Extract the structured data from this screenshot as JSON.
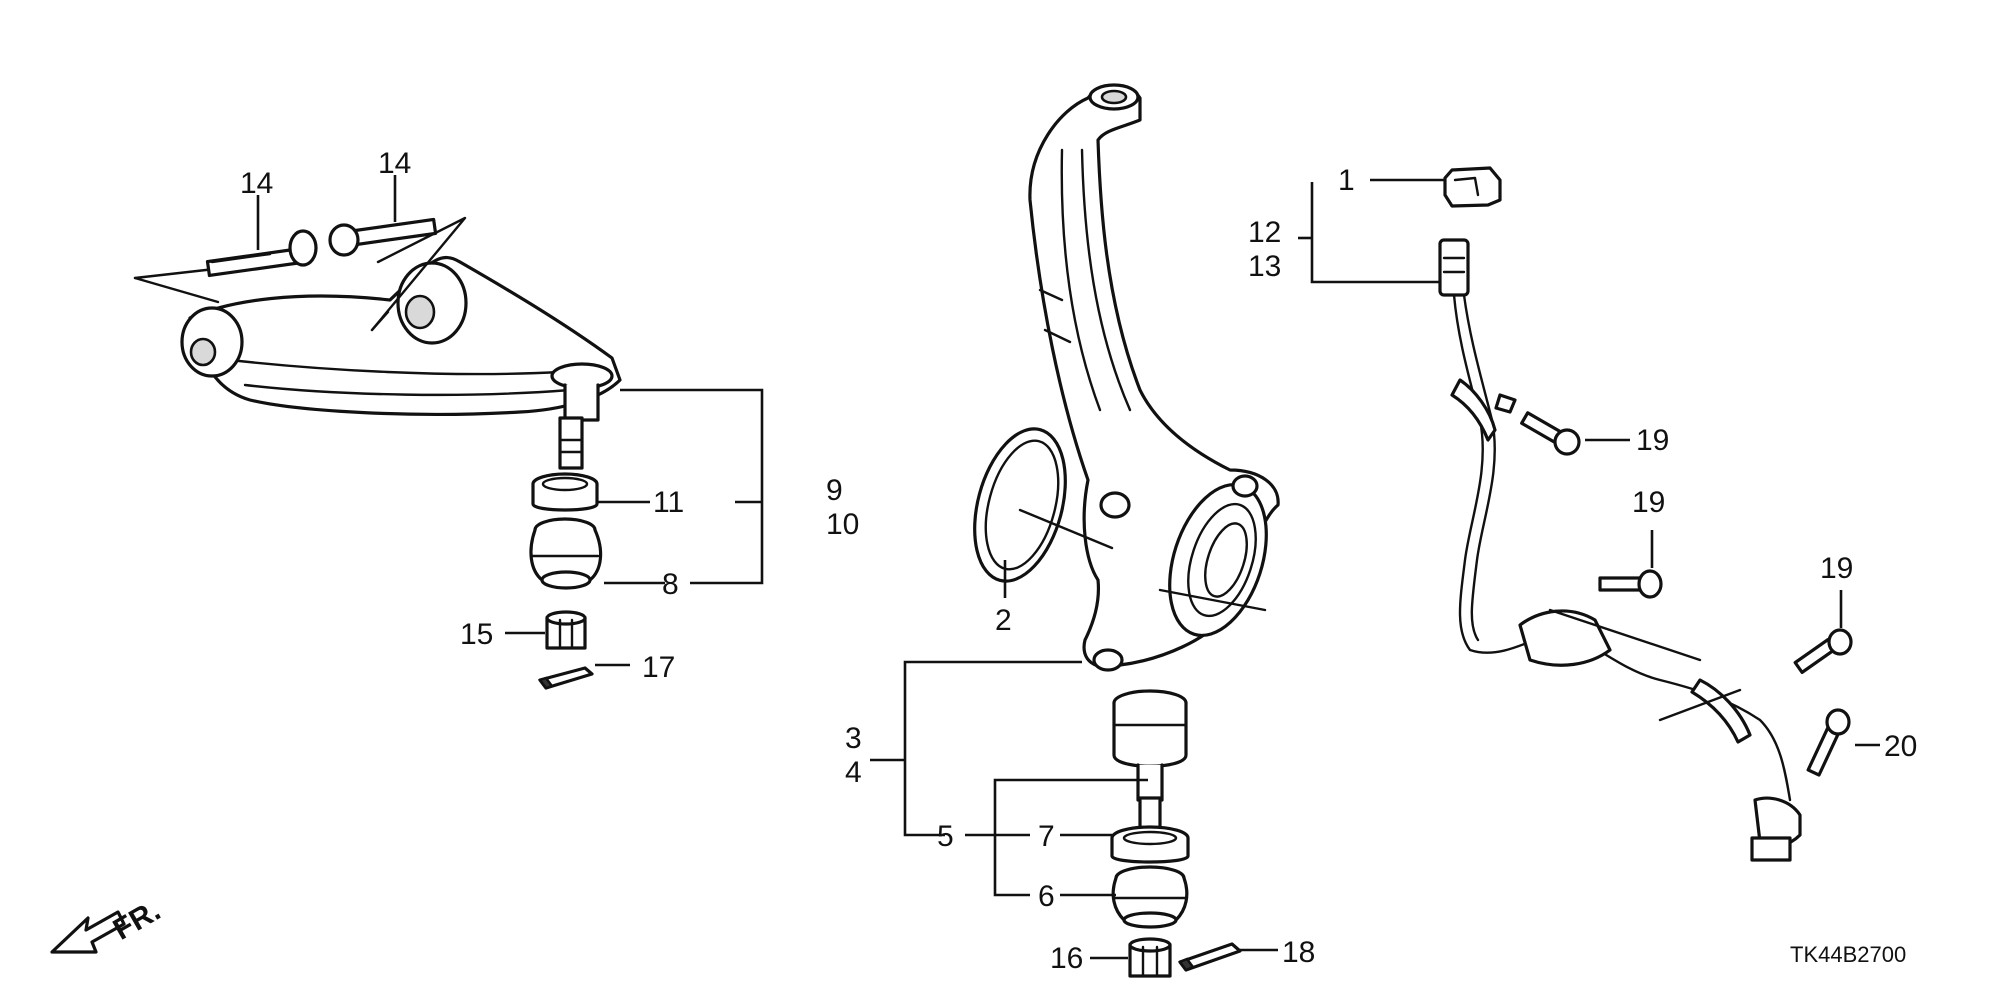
{
  "labels": {
    "l1": "1",
    "l2": "2",
    "l3": "3",
    "l4": "4",
    "l5": "5",
    "l6": "6",
    "l7": "7",
    "l8": "8",
    "l9": "9",
    "l10": "10",
    "l11": "11",
    "l12": "12",
    "l13": "13",
    "l14a": "14",
    "l14b": "14",
    "l15": "15",
    "l16": "16",
    "l17": "17",
    "l18": "18",
    "l19a": "19",
    "l19b": "19",
    "l19c": "19",
    "l20": "20"
  },
  "direction": {
    "text": "FR."
  },
  "diagram_code": "TK44B2700",
  "icons": [
    "front-direction-arrow-icon"
  ],
  "colors": {
    "line": "#111111",
    "background": "#ffffff"
  }
}
